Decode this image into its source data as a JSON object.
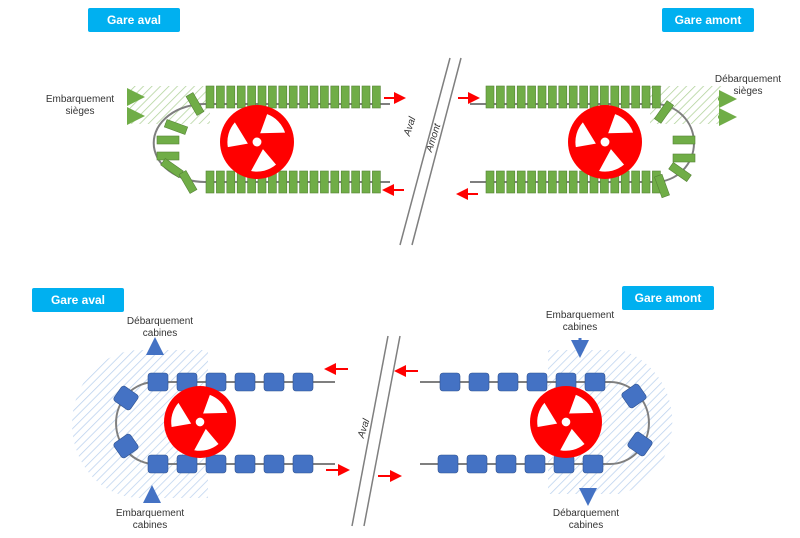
{
  "top": {
    "left_station": "Gare aval",
    "right_station": "Gare amont",
    "boarding": [
      "Embarquement",
      "sièges"
    ],
    "unboarding": [
      "Débarquement",
      "sièges"
    ],
    "divider_labels": [
      "Aval",
      "Amont"
    ]
  },
  "bottom": {
    "left_station": "Gare aval",
    "right_station": "Gare amont",
    "left_unboarding": [
      "Débarquement",
      "cabines"
    ],
    "left_boarding": [
      "Embarquement",
      "cabines"
    ],
    "right_boarding": [
      "Embarquement",
      "cabines"
    ],
    "right_unboarding": [
      "Débarquement",
      "cabines"
    ],
    "divider_label": "Aval"
  },
  "colors": {
    "station_label": "#00b0f0",
    "chair": "#70ad47",
    "cabin": "#4472c4",
    "wheel": "#ff0000",
    "arrow": "#ff0000"
  }
}
